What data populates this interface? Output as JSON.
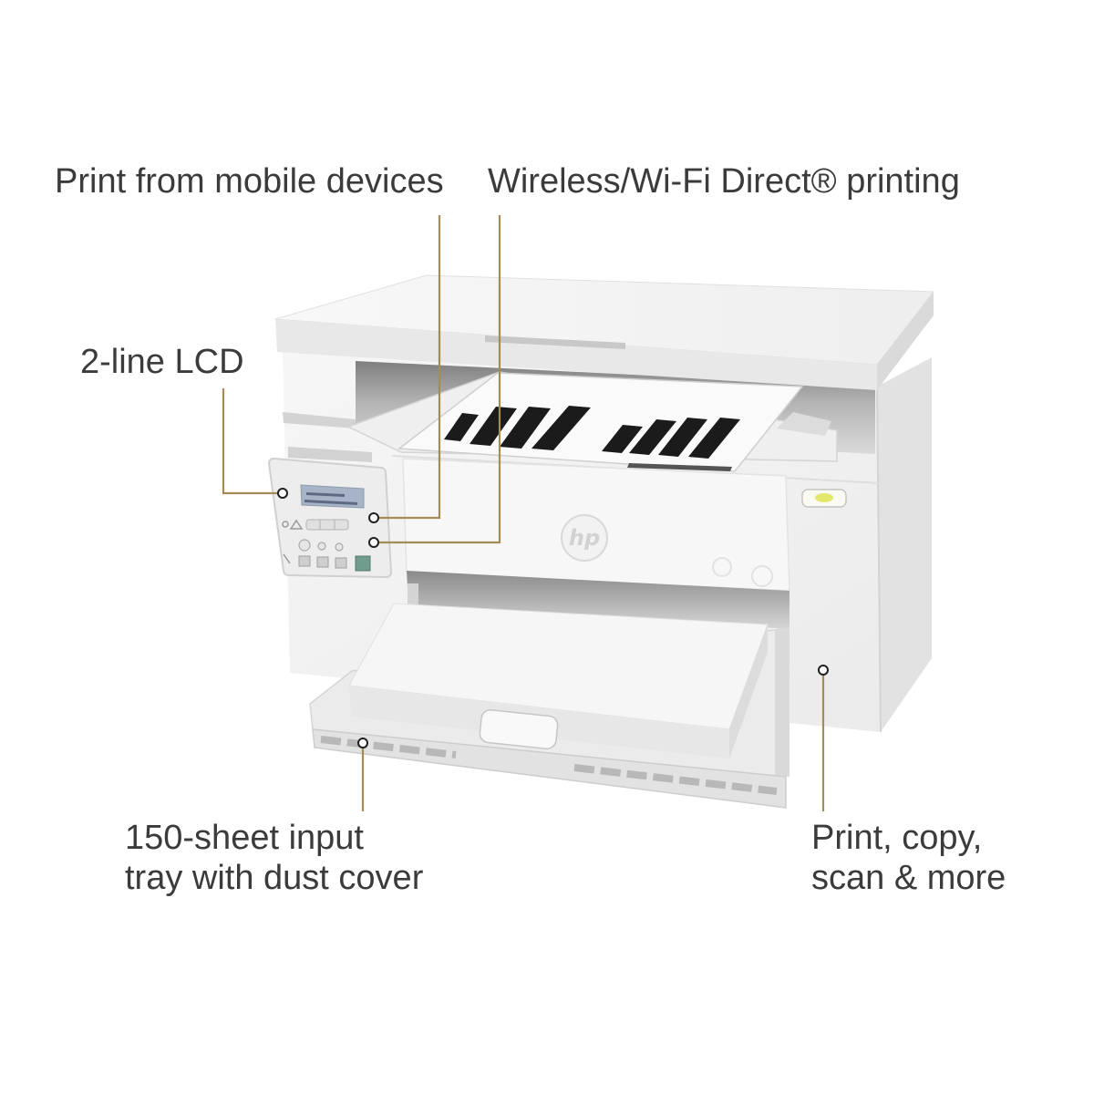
{
  "callouts": {
    "mobile_printing": {
      "text": "Print from mobile devices"
    },
    "wireless_printing": {
      "text": "Wireless/Wi-Fi Direct® printing"
    },
    "lcd": {
      "text": "2-line LCD"
    },
    "input_tray": {
      "lines": [
        "150-sheet input",
        "tray with dust cover"
      ]
    },
    "functions": {
      "lines": [
        "Print, copy,",
        "scan & more"
      ]
    }
  },
  "printer": {
    "logo": "hp"
  },
  "colors": {
    "background": "#ffffff",
    "label_text": "#3b3b3b",
    "leader_line": "#a58b55",
    "marker_outline": "#1f1f1f",
    "lcd_screen": "#a7b4c8",
    "indicator_light": "#e2e86b"
  }
}
